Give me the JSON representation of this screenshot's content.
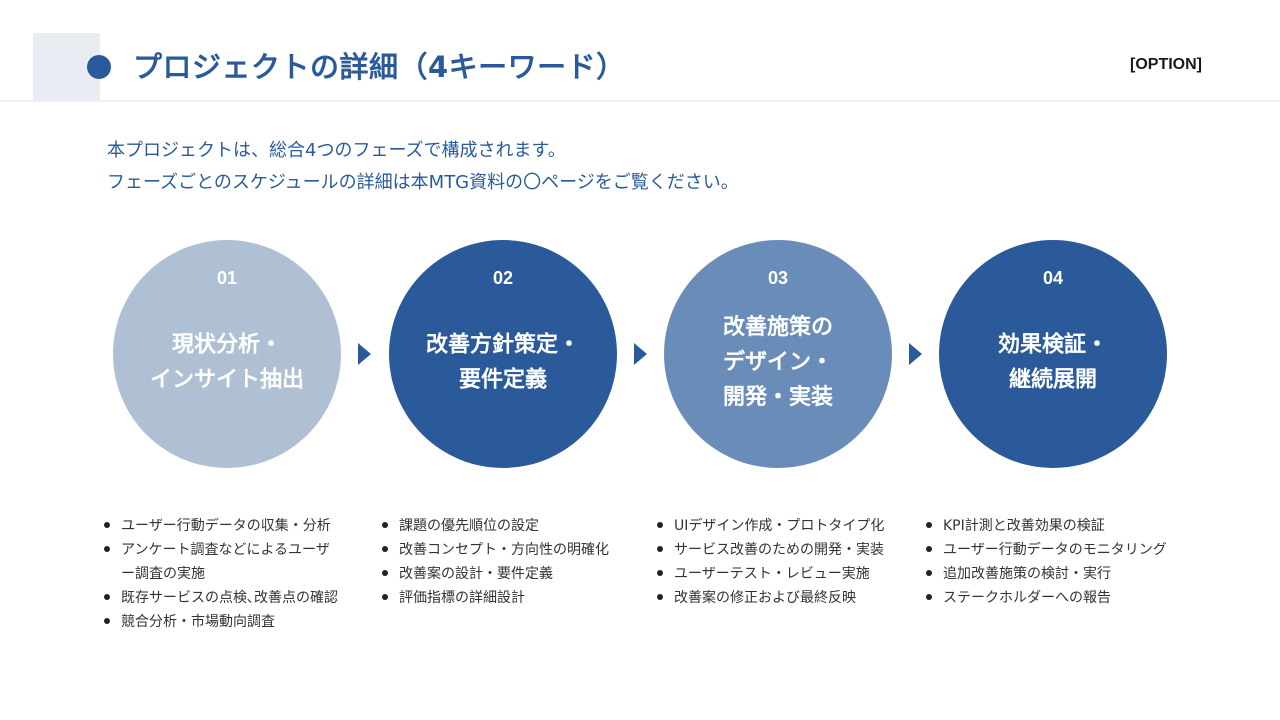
{
  "header": {
    "title": "プロジェクトの詳細（4キーワード）",
    "option_label": "[OPTION]"
  },
  "intro": {
    "line1": "本プロジェクトは、総合4つのフェーズで構成されます。",
    "line2": "フェーズごとのスケジュールの詳細は本MTG資料の〇ページをご覧ください。"
  },
  "colors": {
    "primary": "#2b5a9a",
    "phase1": "#afc0d5",
    "phase2": "#2b5a9a",
    "phase3": "#6a8cb8",
    "phase4": "#2b5a9a",
    "header_square": "#e8edf4"
  },
  "phases": [
    {
      "number": "01",
      "title_lines": [
        "現状分析・",
        "インサイト抽出"
      ],
      "bullets": [
        "ユーザー行動データの収集・分析",
        "アンケート調査などによるユーザ",
        "ー調査の実施",
        "既存サービスの点検､改善点の確認",
        "競合分析・市場動向調査"
      ]
    },
    {
      "number": "02",
      "title_lines": [
        "改善方針策定・",
        "要件定義"
      ],
      "bullets": [
        "課題の優先順位の設定",
        "改善コンセプト・方向性の明確化",
        "改善案の設計・要件定義",
        "評価指標の詳細設計"
      ]
    },
    {
      "number": "03",
      "title_lines": [
        "改善施策の",
        "デザイン・",
        "開発・実装"
      ],
      "bullets": [
        "UIデザイン作成・プロトタイプ化",
        "サービス改善のための開発・実装",
        "ユーザーテスト・レビュー実施",
        "改善案の修正および最終反映"
      ]
    },
    {
      "number": "04",
      "title_lines": [
        "効果検証・",
        "継続展開"
      ],
      "bullets": [
        "KPI計測と改善効果の検証",
        "ユーザー行動データのモニタリング",
        "追加改善施策の検討・実行",
        "ステークホルダーへの報告"
      ]
    }
  ]
}
